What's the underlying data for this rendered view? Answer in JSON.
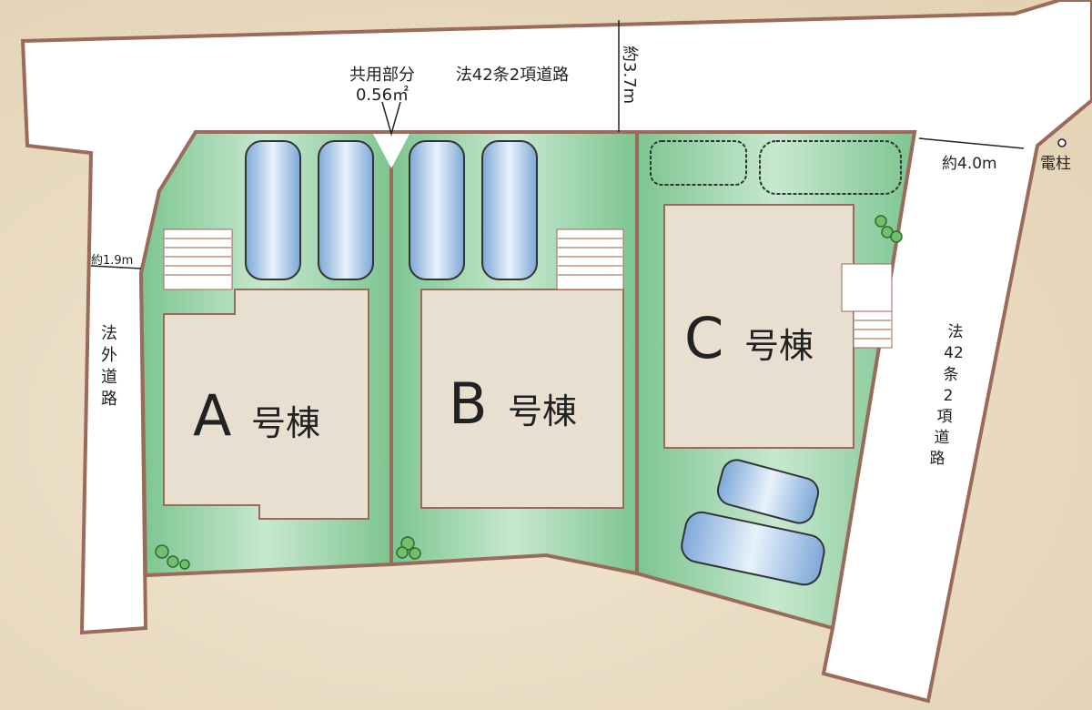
{
  "title_road_top": "法42条2項道路",
  "common_area": {
    "label": "共用部分",
    "area": "0.56㎡"
  },
  "road_width_top": "約3.7m",
  "road_width_right": "約4.0m",
  "utility_pole": "電柱",
  "road_width_left": "約1.9m",
  "left_road_chars": [
    "法",
    "外",
    "道",
    "路"
  ],
  "right_road_chars": [
    "法",
    "42",
    "条",
    "2",
    "項",
    "道",
    "路"
  ],
  "buildings": [
    {
      "letter": "A",
      "suffix": "号棟"
    },
    {
      "letter": "B",
      "suffix": "号棟"
    },
    {
      "letter": "C",
      "suffix": "号棟"
    }
  ],
  "colors": {
    "lot": "#8fcf9f",
    "building": "#e8dfd1",
    "border": "#9a6a5a",
    "road": "#ffffff"
  }
}
